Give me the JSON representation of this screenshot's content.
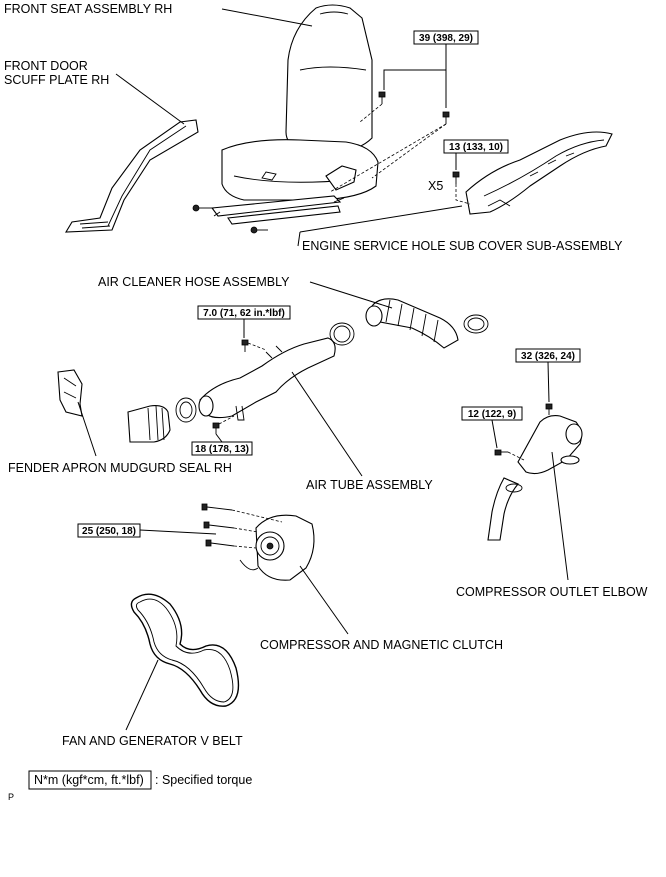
{
  "labels": {
    "front_seat": "FRONT SEAT ASSEMBLY RH",
    "scuff_line1": "FRONT DOOR",
    "scuff_line2": "SCUFF PLATE RH",
    "engine_cover": "ENGINE SERVICE HOLE SUB COVER SUB-ASSEMBLY",
    "x5": "X5",
    "air_cleaner_hose": "AIR CLEANER HOSE ASSEMBLY",
    "fender_seal": "FENDER APRON MUDGURD SEAL RH",
    "air_tube": "AIR TUBE ASSEMBLY",
    "compressor_elbow": "COMPRESSOR OUTLET ELBOW",
    "compressor_clutch": "COMPRESSOR AND MAGNETIC CLUTCH",
    "v_belt": "FAN AND GENERATOR V BELT"
  },
  "torques": {
    "seat_bolt": "39 (398, 29)",
    "cover_bolt": "13 (133, 10)",
    "air_tube_bolt": "7.0 (71, 62 in.*lbf)",
    "air_tube_lower_bolt": "18 (178, 13)",
    "elbow_upper_bolt": "32 (326, 24)",
    "elbow_lower_bolt": "12 (122, 9)",
    "compressor_bolt": "25 (250, 18)"
  },
  "legend": {
    "box_text": "N*m (kgf*cm, ft.*lbf)",
    "description": ": Specified torque"
  },
  "page_mark": "P"
}
